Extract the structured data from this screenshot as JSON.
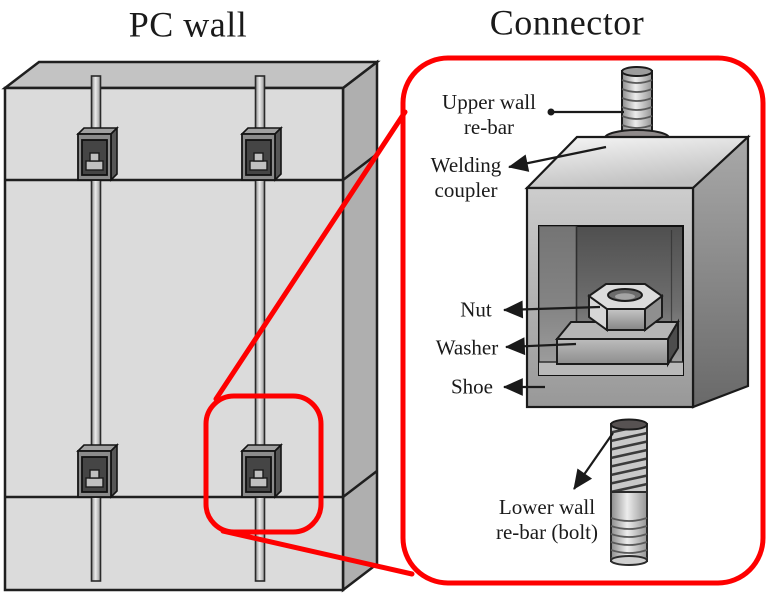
{
  "titles": {
    "left": "PC wall",
    "right": "Connector"
  },
  "labels": {
    "upper_wall_rebar": "Upper wall\nre-bar",
    "welding_coupler": "Welding\ncoupler",
    "nut": "Nut",
    "washer": "Washer",
    "shoe": "Shoe",
    "lower_wall_rebar": "Lower wall\nre-bar (bolt)"
  },
  "colors": {
    "callout_red": "#fe0000",
    "text": "#1a1a1a",
    "outline": "#1f1f1f",
    "wall_front": "#dbdbdb",
    "wall_top": "#c3c3c3",
    "wall_side": "#afafaf"
  }
}
